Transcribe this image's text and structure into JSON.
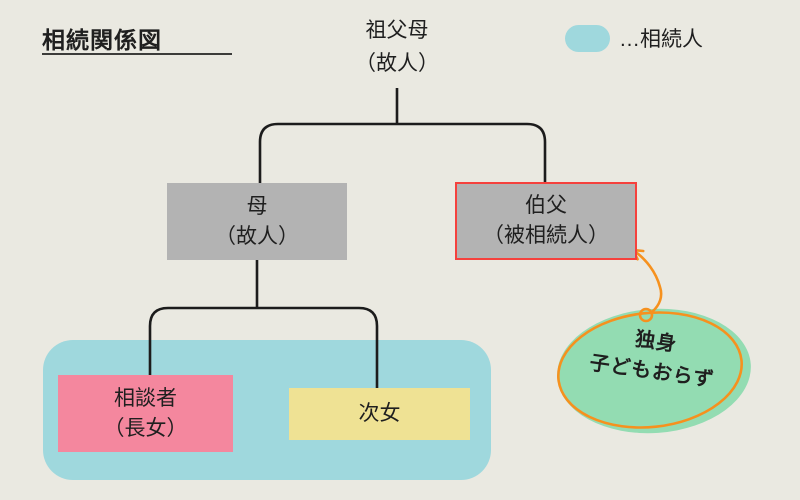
{
  "title": "相続関係図",
  "legend": {
    "label": "…相続人"
  },
  "nodes": {
    "grandparents": {
      "line1": "祖父母",
      "line2": "（故人）"
    },
    "mother": {
      "line1": "母",
      "line2": "（故人）"
    },
    "uncle": {
      "line1": "伯父",
      "line2": "（被相続人）"
    },
    "consulter": {
      "line1": "相談者",
      "line2": "（長女）"
    },
    "second_daughter": {
      "label": "次女"
    }
  },
  "annotation": {
    "line1": "独身",
    "line2": "子どもおらず"
  },
  "colors": {
    "background": "#eae9e1",
    "heir_fill": "#9fd8dd",
    "deceased_fill": "#b3b3b3",
    "decedent_border": "#f5413d",
    "consulter_fill": "#f4879e",
    "second_daughter_fill": "#efe294",
    "annotation_fill": "#93dcb2",
    "accent_orange": "#f6911e",
    "line": "#1c1c1c",
    "text": "#1f1f1f"
  }
}
